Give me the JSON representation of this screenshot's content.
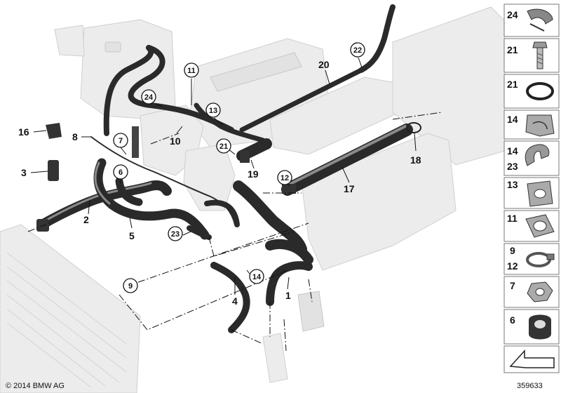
{
  "diagram": {
    "copyright": "© 2014 BMW AG",
    "image_number": "359633",
    "plain_labels": [
      "16",
      "3",
      "8",
      "2",
      "5",
      "4",
      "1",
      "10",
      "19",
      "20",
      "17",
      "18"
    ],
    "circled_labels": [
      "11",
      "24",
      "13",
      "7",
      "6",
      "21",
      "12",
      "22",
      "23",
      "14",
      "9"
    ],
    "side_panel": [
      {
        "numbers": [
          "24"
        ],
        "icon": "hose-clip-icon"
      },
      {
        "numbers": [
          "21"
        ],
        "icon": "bolt-icon"
      },
      {
        "numbers": [
          "21"
        ],
        "icon": "o-ring-icon"
      },
      {
        "numbers": [
          "14"
        ],
        "icon": "bracket-clip-icon"
      },
      {
        "numbers": [
          "14",
          "23"
        ],
        "icon": "spring-clip-icon"
      },
      {
        "numbers": [
          "13"
        ],
        "icon": "holder-clip-icon"
      },
      {
        "numbers": [
          "11"
        ],
        "icon": "pipe-holder-icon"
      },
      {
        "numbers": [
          "9",
          "12"
        ],
        "icon": "hose-clamp-icon"
      },
      {
        "numbers": [
          "7"
        ],
        "icon": "hex-nut-icon"
      },
      {
        "numbers": [
          "6"
        ],
        "icon": "rubber-grommet-icon"
      },
      {
        "numbers": [],
        "icon": "arrow-icon"
      }
    ]
  }
}
